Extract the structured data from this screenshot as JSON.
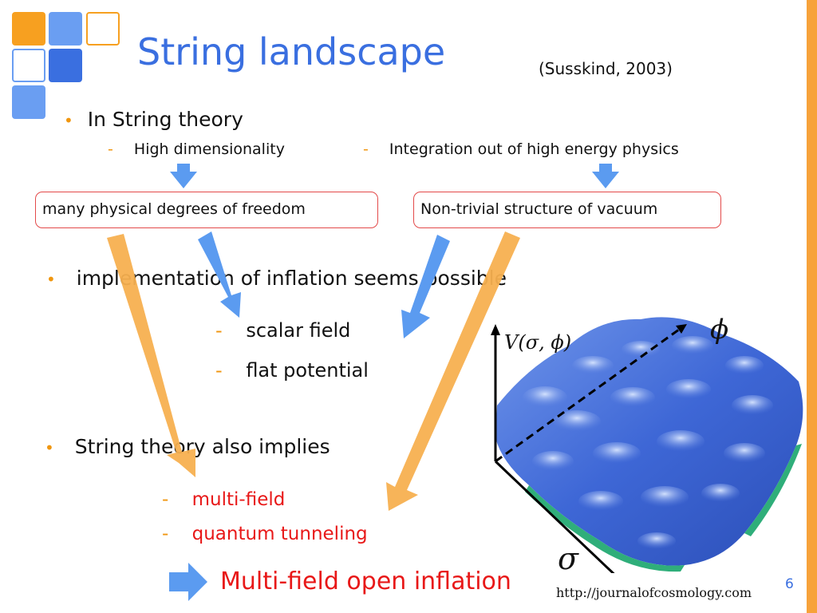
{
  "slide": {
    "title": "String landscape",
    "citation": "(Susskind, 2003)",
    "bullet_in_string_theory": "In String theory",
    "sub_high_dimensionality": "High dimensionality",
    "sub_integration": "Integration out of high energy physics",
    "box_left": "many physical degrees of freedom",
    "box_right": "Non-trivial structure of vacuum",
    "bullet_implementation": "implementation of inflation seems possible",
    "sub_scalar_field": "scalar field",
    "sub_flat_potential": "flat potential",
    "bullet_also_implies": "String theory also implies",
    "sub_multi_field": "multi-field",
    "sub_quantum_tunneling": "quantum tunneling",
    "conclusion": "Multi-field open inflation",
    "credit": "http://journalofcosmology.com",
    "page_number": "6",
    "bullet_glyph": "•",
    "dash_glyph": "-"
  },
  "figure": {
    "axis_potential": "V(σ, ϕ)",
    "axis_phi": "ϕ",
    "axis_sigma": "σ"
  },
  "colors": {
    "title_blue": "#3a6fe0",
    "accent_orange": "#f0960f",
    "highlight_red": "#e81818",
    "box_border": "#e34a4a",
    "arrow_blue": "#5b9bf0",
    "arrow_orange": "#f7b050"
  }
}
